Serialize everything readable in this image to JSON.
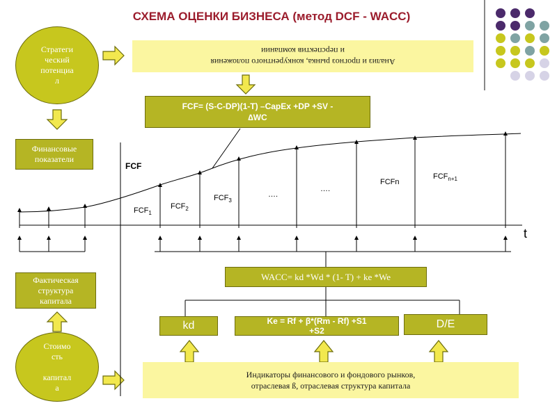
{
  "title": "СХЕМА ОЦЕНКИ БИЗНЕСА (метод DCF - WACC)",
  "left": {
    "strategic_potential": "Стратеги\nческий\nпотенциа\nл",
    "financial_indicators": "Финансовые\nпоказатели",
    "actual_structure": "Фактическая\nструктура\nкапитала",
    "capital_cost": "Стоимо\nсть\n\nкапитал\nа"
  },
  "banner_top": "Анализ и прогноз рынка, конкурентного положения\nи перспектив компании",
  "fcf_formula": "FCF= (S-C-DP)(1-T) –CapEx +DP +SV -\n∆WC",
  "wacc_formula": "WACC= kd *Wd * (1- T) + ke *We",
  "kd": "kd",
  "ke_formula": "Ke = Rf + β*(Rm - Rf) +S1\n+S2",
  "de": "D/E",
  "banner_bottom": "Индикаторы финансового и фондового рынков,\nотраслевая  ß, отраслевая структура капитала",
  "chart": {
    "fcf_axis_label": "FCF",
    "t_axis_label": "t",
    "labels": [
      {
        "main": "FCF",
        "sub": "1"
      },
      {
        "main": "FCF",
        "sub": "2"
      },
      {
        "main": "FCF",
        "sub": "3"
      },
      {
        "main": "….",
        "sub": ""
      },
      {
        "main": "….",
        "sub": ""
      },
      {
        "main": "FCFn",
        "sub": ""
      },
      {
        "main": "FCF",
        "sub": "n+1"
      }
    ]
  },
  "colors": {
    "olive": "#b5b524",
    "title_red": "#9b1c2c",
    "banner_yellow": "#fbf6a0",
    "dots_purple": "#4b2a6b",
    "dots_teal": "#7fa3a3",
    "dots_yellow": "#c7c71e",
    "dots_lavender": "#d6d3e6"
  }
}
